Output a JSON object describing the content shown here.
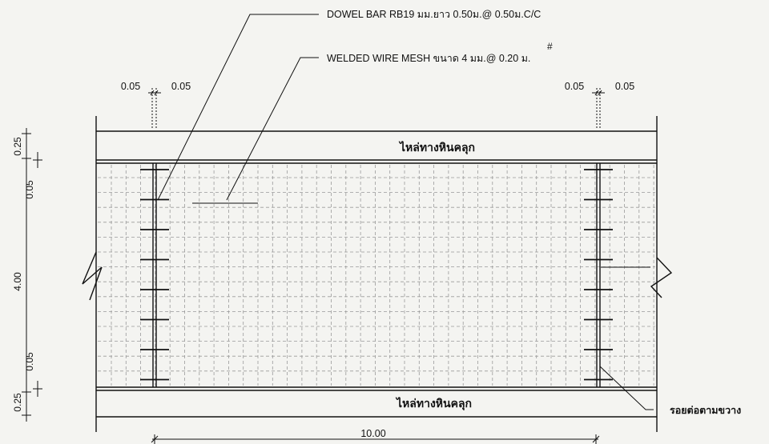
{
  "callouts": {
    "dowel": "DOWEL BAR RB19 มม.ยาว 0.50ม.@ 0.50ม.C/C",
    "mesh": "WELDED WIRE MESH ขนาด 4 มม.@ 0.20 ม.",
    "mesh_hash": "#"
  },
  "dimensions": {
    "top_left_a": "0.05",
    "top_left_b": "0.05",
    "top_right_a": "0.05",
    "top_right_b": "0.05",
    "left_shoulder_top": "0.25",
    "left_gap_top": "0.05",
    "left_slab": "4.00",
    "left_gap_bottom": "0.05",
    "left_shoulder_bottom": "0.25",
    "bottom_length": "10.00"
  },
  "labels": {
    "shoulder_top": "ไหล่ทางหินคลุก",
    "shoulder_bottom": "ไหล่ทางหินคลุก",
    "transverse_joint": "รอยต่อตามขวาง"
  },
  "colors": {
    "line": "#111111",
    "grid_dash": "#9a9a9a",
    "background": "#f4f4f1"
  }
}
